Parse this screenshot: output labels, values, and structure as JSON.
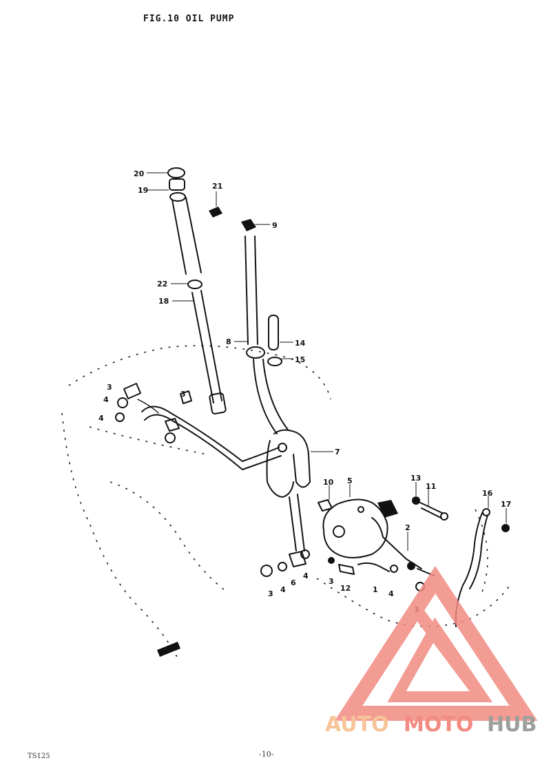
{
  "figure": {
    "title": "FIG.10  OIL PUMP",
    "footer_left": "TS125",
    "page_number": "-10-"
  },
  "callouts": [
    "20",
    "19",
    "21",
    "9",
    "22",
    "18",
    "8",
    "14",
    "15",
    "3",
    "4",
    "4",
    "3",
    "7",
    "10",
    "5",
    "13",
    "11",
    "16",
    "17",
    "2",
    "3",
    "4",
    "6",
    "4",
    "3",
    "12",
    "1",
    "4",
    "3"
  ],
  "watermark": {
    "word_auto": "AUTO",
    "word_moto": "MOTO",
    "word_hub": "HUB",
    "color_auto": "#F7C59A",
    "color_moto": "#F28B82",
    "color_hub": "#9E9E9E",
    "logo_color": "#F28B82"
  }
}
